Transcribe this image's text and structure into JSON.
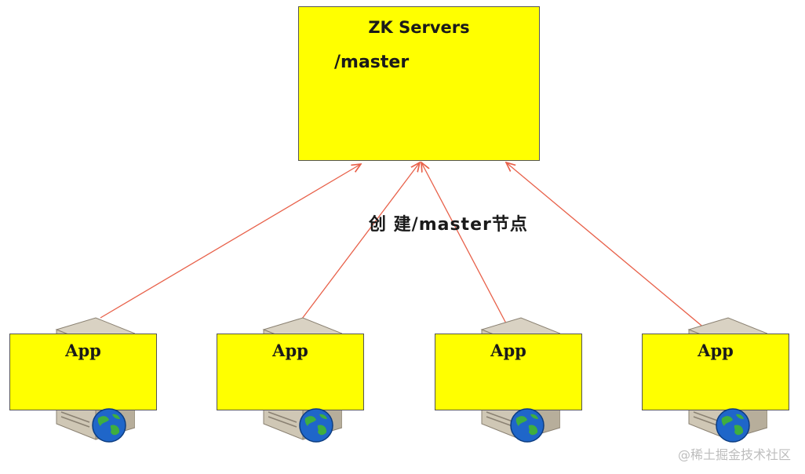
{
  "colors": {
    "box_fill": "#ffff00",
    "arrow": "#e8614a",
    "border": "#555555"
  },
  "zk": {
    "title": "ZK Servers",
    "path": "/master"
  },
  "caption": "创 建/master节点",
  "apps": [
    {
      "label": "App",
      "icons": [
        "server-icon",
        "globe-icon"
      ]
    },
    {
      "label": "App",
      "icons": [
        "server-icon",
        "globe-icon"
      ]
    },
    {
      "label": "App",
      "icons": [
        "server-icon",
        "globe-icon"
      ]
    },
    {
      "label": "App",
      "icons": [
        "server-icon",
        "globe-icon"
      ]
    }
  ],
  "watermark": "@稀土掘金技术社区"
}
